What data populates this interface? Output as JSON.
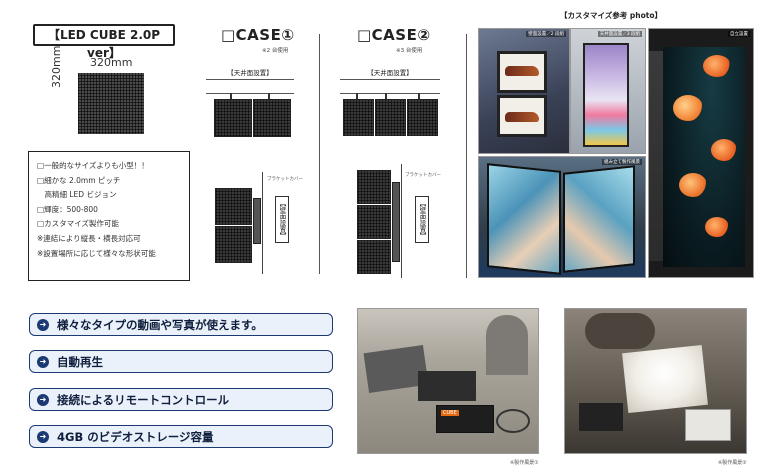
{
  "product": {
    "title": "【LED CUBE 2.0P ver】",
    "width_label": "320mm",
    "height_label": "320mm"
  },
  "features": [
    "□一般的なサイズよりも小型！！",
    "□細かな 2.0mm ピッチ",
    "　高精細 LED ビジョン",
    "□輝度：500-800",
    "□カスタマイズ製作可能",
    "※連結により縦長・横長対応可",
    "※設置場所に応じて様々な形状可能"
  ],
  "case1": {
    "title": "□CASE①",
    "note": "※2 台使用",
    "ceiling_label": "【天井面設置】",
    "wall_label": "【壁面設置】",
    "bracket_label": "ブラケットカバー"
  },
  "case2": {
    "title": "□CASE②",
    "note": "※3 台使用",
    "ceiling_label": "【天井面設置】",
    "wall_label": "【壁面設置】",
    "bracket_label": "ブラケットカバー"
  },
  "photos": {
    "title": "【カスタマイズ参考 photo】",
    "labels": [
      "壁面設置／2 段組",
      "天井面設置／3 段組",
      "自立設置",
      "組み立て製作風景"
    ]
  },
  "bullets": [
    "様々なタイプの動画や写真が使えます。",
    "自動再生",
    "接続によるリモートコントロール",
    "4GB のビデオストレージ容量"
  ],
  "workshop": {
    "captions": [
      "※製作風景①",
      "※製作風景②"
    ],
    "device_label": "CUBE"
  },
  "colors": {
    "accent": "#1b3a73",
    "bullet_bg": "#eaf1fb"
  },
  "icons": {
    "bullet": "arrow-right-circle-icon"
  }
}
